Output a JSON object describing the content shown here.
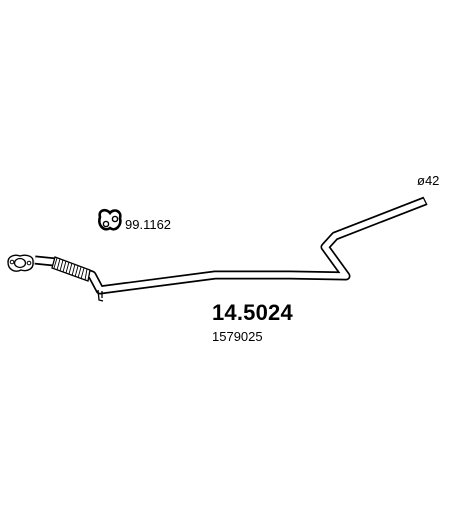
{
  "labels": {
    "diameter": "ø42",
    "clamp_code": "99.1162",
    "part_number": "14.5024",
    "oem_number": "1579025"
  },
  "colors": {
    "line": "#000000",
    "background": "#ffffff"
  }
}
